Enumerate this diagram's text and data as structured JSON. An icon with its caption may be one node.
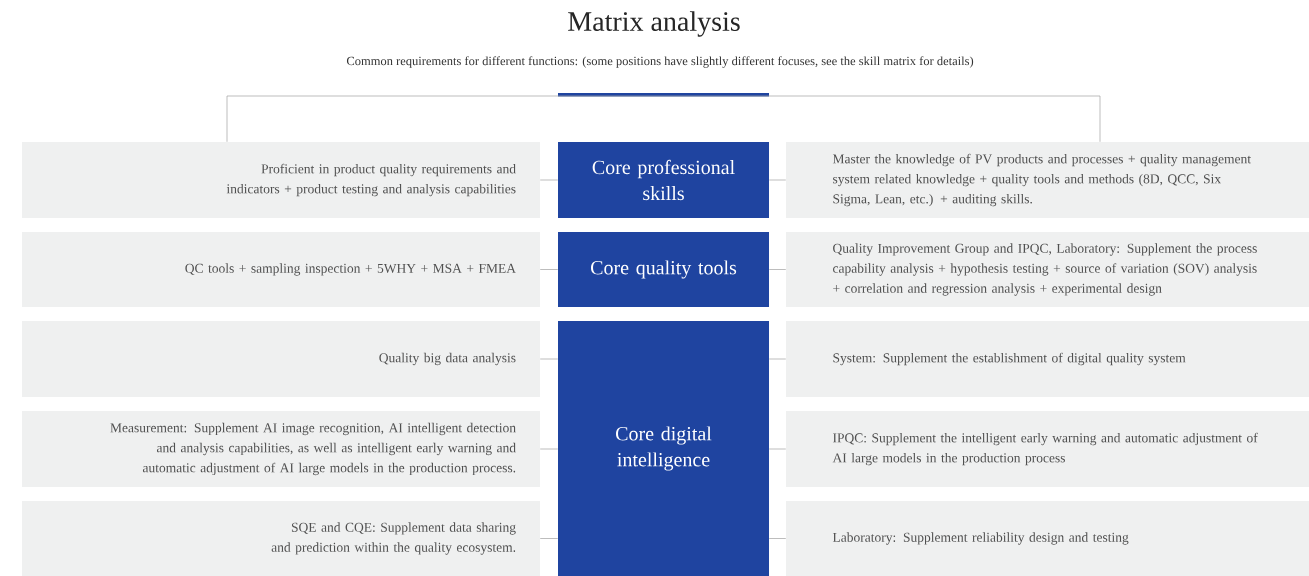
{
  "diagram": {
    "title": "Matrix analysis",
    "nodes": [
      {
        "text": [
          "Proficient in product quality requirements and indicators + product testing and analysis capabilities"
        ]
      },
      {
        "text": [
          "Core professional skills"
        ]
      },
      {
        "text": [
          "Master the knowledge of PV products and processes + quality management system related knowledge + quality tools and methods (8D, QCC, Six Sigma, Lean, etc.) + auditing skills."
        ]
      },
      {
        "text": [
          "QC tools + sampling inspection + 5WHY + MSA + FMEA"
        ]
      },
      {
        "text": [
          "Core quality tools"
        ]
      },
      {
        "text": [
          "Quality Improvement Group and IPQC, Laboratory: Supplement the process capability analysis + hypothesis testing + source of variation (SOV) analysis + correlation and regression analysis + experimental design"
        ]
      },
      {
        "text": [
          "Quality big data analysis"
        ]
      },
      {
        "text": [
          "Core digital intelligence"
        ]
      },
      {
        "text": [
          "System: Supplement the establishment of digital quality system"
        ]
      },
      {
        "text": [
          "Measurement: Supplement AI image recognition, AI intelligent detection and analysis capabilities, as well as intelligent early warning and automatic adjustment of AI large models in the production process."
        ]
      },
      {
        "text": [
          "IPQC: Supplement the intelligent early warning and automatic adjustment of AI large models in the production process"
        ]
      },
      {
        "text": [
          "SQE and CQE: Supplement data sharing and prediction within the quality ecosystem."
        ]
      },
      {
        "text": [
          "Laboratory: Supplement reliability design and testing"
        ]
      }
    ],
    "edges": [
      {
        "from": 0,
        "to": 1,
        "arrow": "none"
      },
      {
        "from": 1,
        "to": 2,
        "arrow": "none"
      },
      {
        "from": 3,
        "to": 4,
        "arrow": "none"
      },
      {
        "from": 4,
        "to": 5,
        "arrow": "none"
      },
      {
        "from": 6,
        "to": 7,
        "arrow": "none"
      },
      {
        "from": 7,
        "to": 8,
        "arrow": "none"
      },
      {
        "from": 9,
        "to": 7,
        "arrow": "none"
      },
      {
        "from": 7,
        "to": 10,
        "arrow": "none"
      },
      {
        "from": 11,
        "to": 7,
        "arrow": "none"
      },
      {
        "from": 7,
        "to": 12,
        "arrow": "none"
      },
      {
        "from": 0,
        "to": 2,
        "arrow": "none"
      }
    ],
    "labels": [
      "Common requirements for different functions: (some positions have slightly different focuses, see the skill matrix for details)"
    ]
  }
}
